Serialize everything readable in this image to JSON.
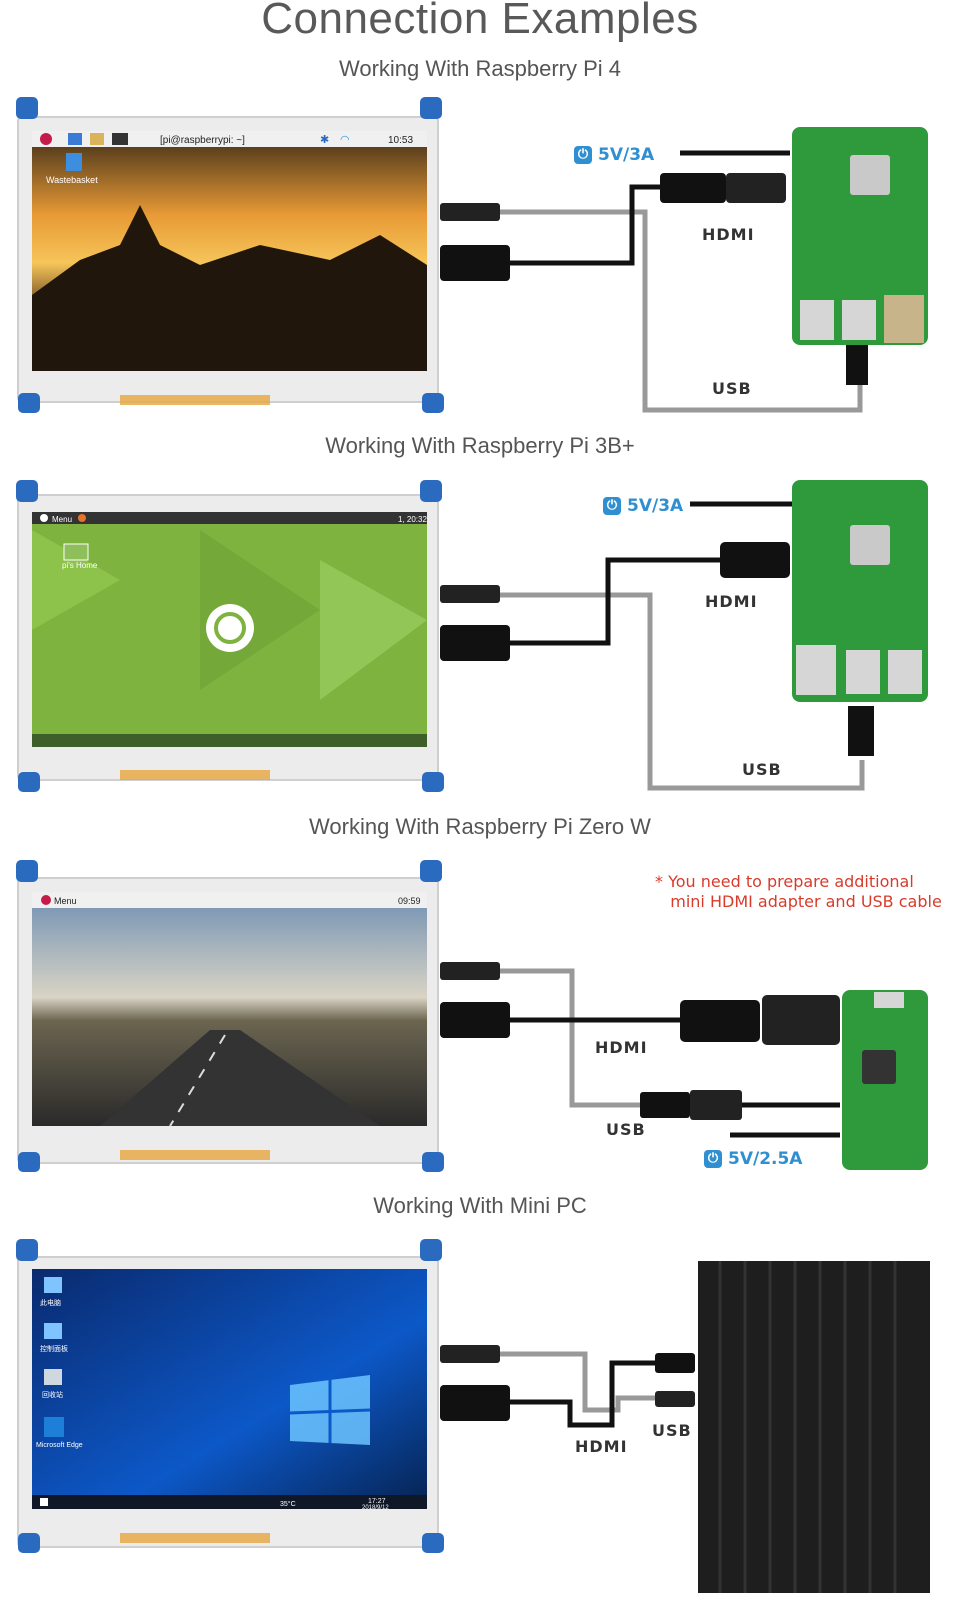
{
  "page": {
    "title": "Connection Examples"
  },
  "sections": [
    {
      "heading": "Working With Raspberry Pi 4",
      "power": "5V/3A",
      "hdmi": "HDMI",
      "usb": "USB",
      "screen": {
        "taskbar_text": "[pi@raspberrypi: ~]",
        "clock": "10:53",
        "desktop_icon": "Wastebasket"
      }
    },
    {
      "heading": "Working With Raspberry Pi 3B+",
      "power": "5V/3A",
      "hdmi": "HDMI",
      "usb": "USB",
      "screen": {
        "menu": "Menu",
        "clock": "1, 20:32",
        "desktop_icon": "pi's Home"
      }
    },
    {
      "heading": "Working With Raspberry Pi Zero W",
      "power": "5V/2.5A",
      "hdmi": "HDMI",
      "usb": "USB",
      "note": "* You need to prepare additional\n   mini HDMI adapter and USB cable",
      "screen": {
        "menu": "Menu",
        "clock": "09:59"
      }
    },
    {
      "heading": "Working With Mini PC",
      "hdmi": "HDMI",
      "usb": "USB",
      "screen": {
        "icons": [
          "此电脑",
          "控制面板",
          "回收站",
          "Microsoft Edge"
        ],
        "clock": "17:27",
        "date": "2018/9/12",
        "weather": "35°C"
      }
    }
  ],
  "colors": {
    "power_blue": "#2f8fd0",
    "note_red": "#d93b2b",
    "mount_blue": "#2a6bc0",
    "pcb_green": "#2e9a3c"
  },
  "icons": [
    "power-icon",
    "raspberry-logo-icon",
    "bluetooth-icon",
    "wifi-icon"
  ]
}
